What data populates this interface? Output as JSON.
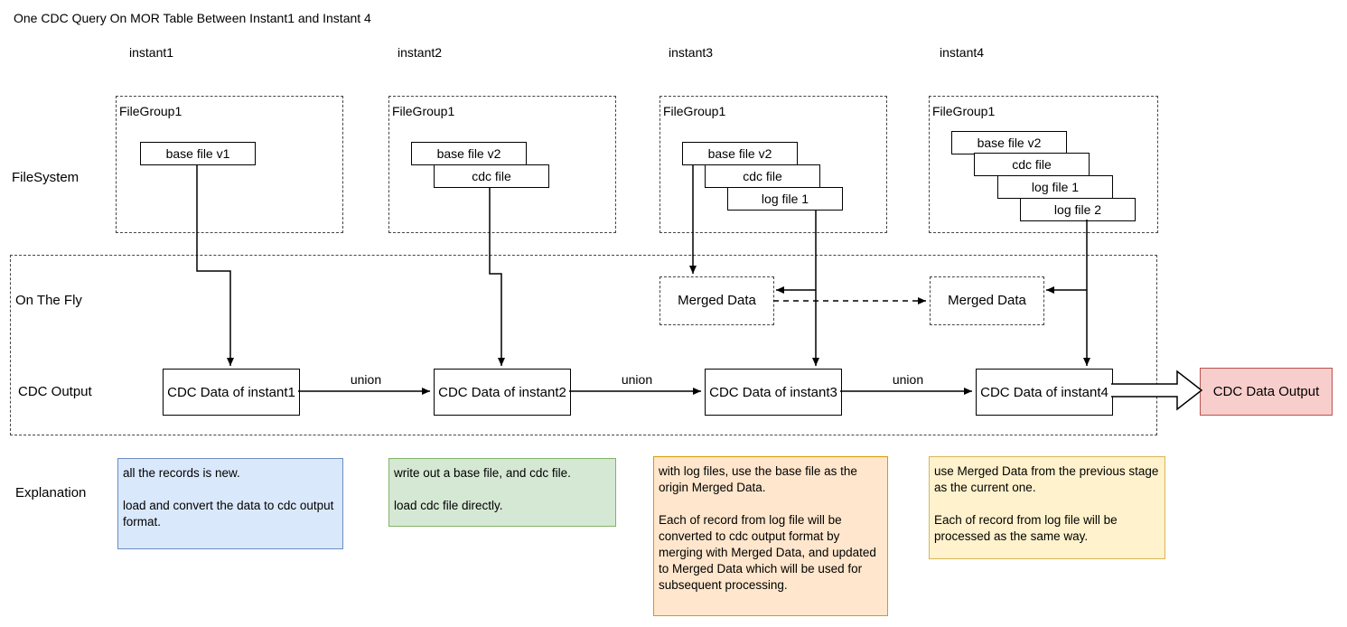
{
  "title": "One CDC Query On MOR Table Between Instant1 and Instant 4",
  "columns": [
    "instant1",
    "instant2",
    "instant3",
    "instant4"
  ],
  "row_labels": {
    "filesystem": "FileSystem",
    "on_the_fly": "On The Fly",
    "cdc_output": "CDC Output",
    "explanation": "Explanation"
  },
  "filegroups": [
    {
      "label": "FileGroup1",
      "files": [
        "base file v1"
      ]
    },
    {
      "label": "FileGroup1",
      "files": [
        "base file v2",
        "cdc file"
      ]
    },
    {
      "label": "FileGroup1",
      "files": [
        "base file v2",
        "cdc file",
        "log file 1"
      ]
    },
    {
      "label": "FileGroup1",
      "files": [
        "base file v2",
        "cdc file",
        "log file 1",
        "log file 2"
      ]
    }
  ],
  "merged_data": [
    "Merged Data",
    "Merged Data"
  ],
  "cdc_outputs": [
    "CDC Data of instant1",
    "CDC Data of instant2",
    "CDC Data of instant3",
    "CDC Data of instant4"
  ],
  "union_label": "union",
  "final_output": "CDC Data Output",
  "explanations": [
    {
      "para1": "all the records is new.",
      "para2": "load and convert the data to cdc output format."
    },
    {
      "para1": "write out a base file, and cdc file.",
      "para2": "load cdc file directly."
    },
    {
      "para1": "with log files, use the base file as the origin Merged Data.",
      "para2": "Each of record from log file will be converted to cdc output format by merging with Merged Data, and updated to Merged Data which will be used for subsequent processing."
    },
    {
      "para1": "use Merged Data from the previous stage as the current one.",
      "para2": "Each of record from log file will be processed as the same way."
    }
  ],
  "colors": {
    "explanation_blue_fill": "#dae8fc",
    "explanation_blue_border": "#6c8ebf",
    "explanation_green_fill": "#d5e8d4",
    "explanation_green_border": "#82b366",
    "explanation_orange_fill": "#ffe6cc",
    "explanation_orange_border": "#d79b00",
    "explanation_yellow_fill": "#fff2cc",
    "explanation_yellow_border": "#d6b656",
    "output_red_fill": "#f8cecc",
    "output_red_border": "#b85450",
    "line_color": "#000000"
  }
}
